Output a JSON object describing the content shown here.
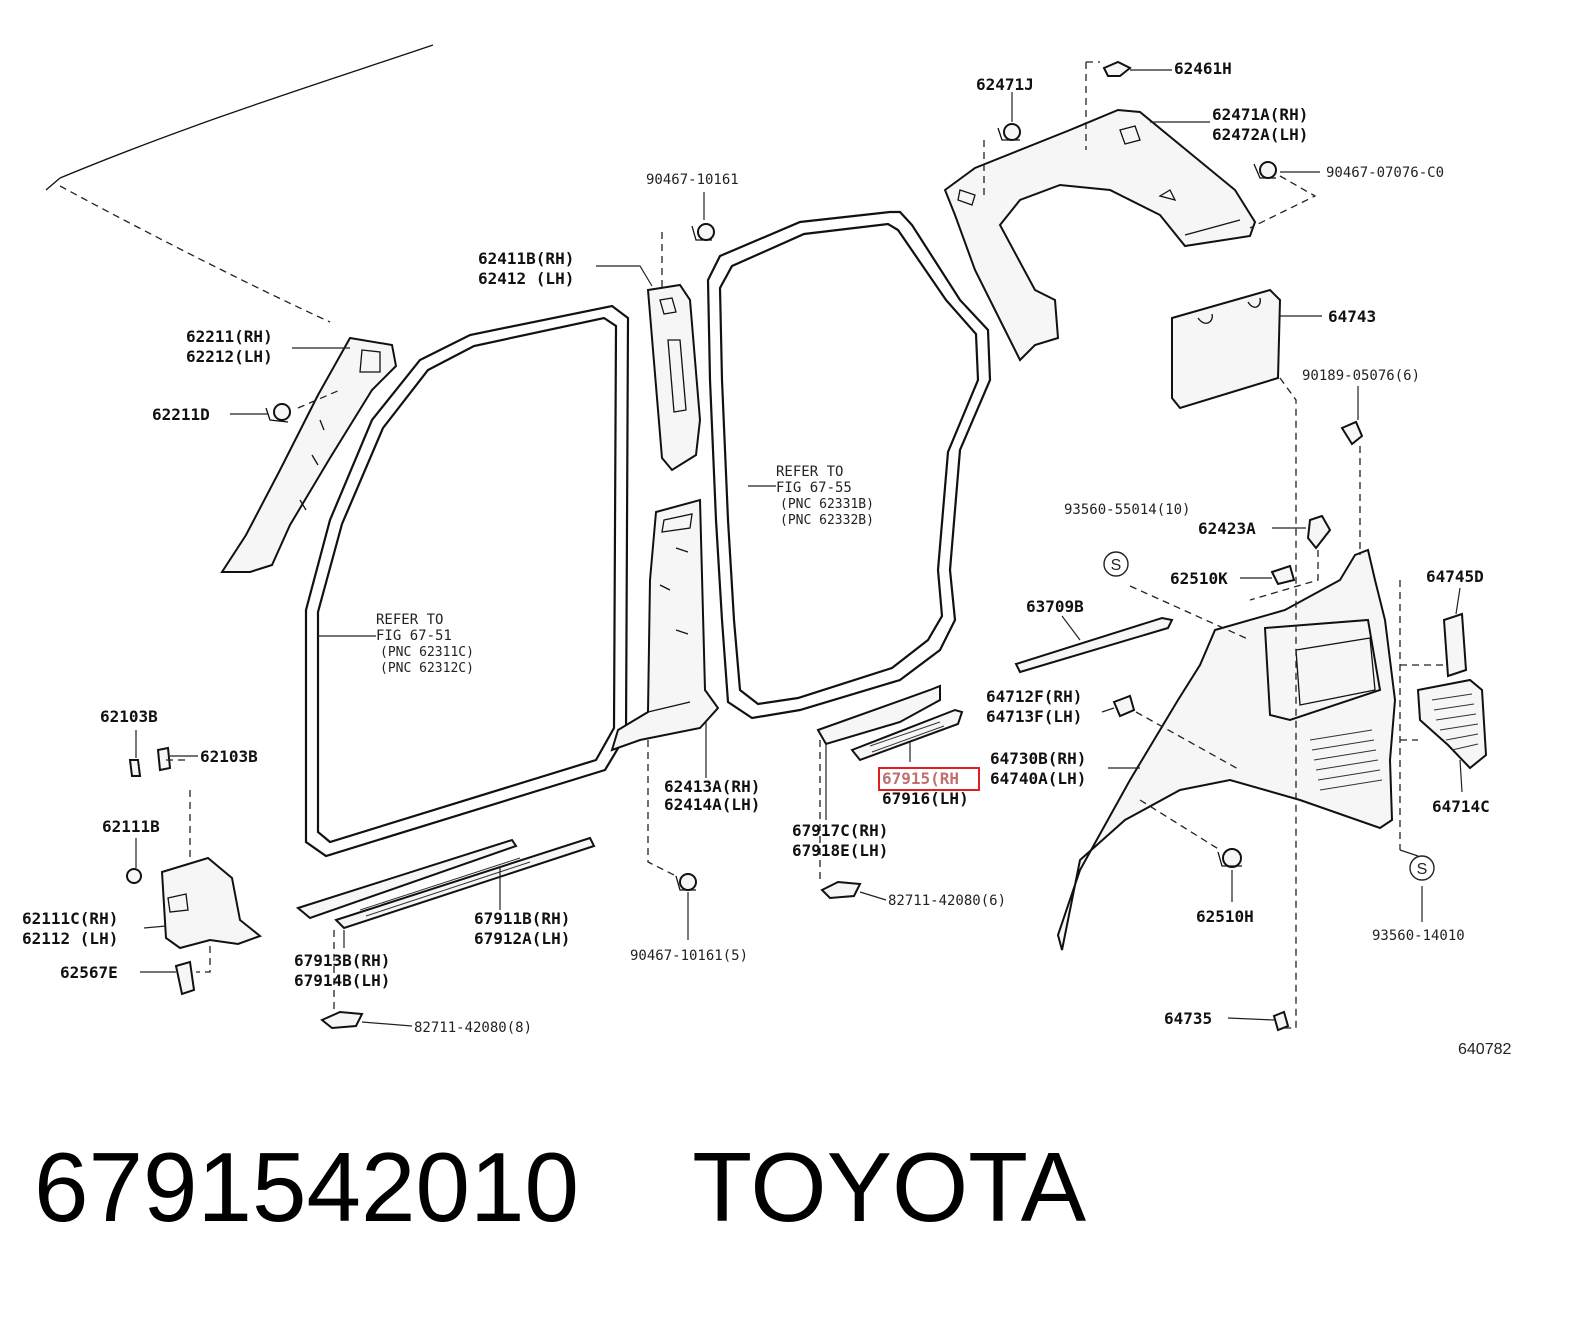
{
  "labels": {
    "l62461H": "62461H",
    "l62471J": "62471J",
    "l62471A": "62471A(RH)",
    "l62472A": "62472A(LH)",
    "l90467_07076": "90467-07076-C0",
    "l90467_10161_top": "90467-10161",
    "l62411B": "62411B(RH)",
    "l62412": "62412  (LH)",
    "l62211": "62211(RH)",
    "l62212": "62212(LH)",
    "l62211D": "62211D",
    "l64743": "64743",
    "l90189": "90189-05076(6)",
    "l93560_55014": "93560-55014(10)",
    "l62423A": "62423A",
    "l62510K": "62510K",
    "l64745D": "64745D",
    "l63709B": "63709B",
    "l64712F": "64712F(RH)",
    "l64713F": "64713F(LH)",
    "l64730B": "64730B(RH)",
    "l64740A": "64740A(LH)",
    "l67915": "67915(RH",
    "l67916": "67916(LH)",
    "l64714C": "64714C",
    "l62413A": "62413A(RH)",
    "l62414A": "62414A(LH)",
    "l67917C": "67917C(RH)",
    "l67918E": "67918E(LH)",
    "l62103B_a": "62103B",
    "l62103B_b": "62103B",
    "l62111B": "62111B",
    "l62111C": "62111C(RH)",
    "l62112": "62112  (LH)",
    "l62567E": "62567E",
    "l67911B": "67911B(RH)",
    "l67912A": "67912A(LH)",
    "l67913B": "67913B(RH)",
    "l67914B": "67914B(LH)",
    "l82711_6": "82711-42080(6)",
    "l82711_8": "82711-42080(8)",
    "l90467_10161_5": "90467-10161(5)",
    "l62510H": "62510H",
    "l93560_14010": "93560-14010",
    "l64735": "64735",
    "fig_number": "640782"
  },
  "references": {
    "front_door": [
      "REFER TO",
      "FIG 67-51",
      "(PNC 62311C)",
      "(PNC 62312C)"
    ],
    "rear_door": [
      "REFER TO",
      "FIG 67-55",
      "(PNC 62331B)",
      "(PNC 62332B)"
    ]
  },
  "seal_marks": [
    "S",
    "S"
  ],
  "highlighted_part": "67915(RH",
  "footer": {
    "part_number": "6791542010",
    "brand": "TOYOTA"
  },
  "colors": {
    "highlight": "#e02020",
    "line": "#111111"
  }
}
